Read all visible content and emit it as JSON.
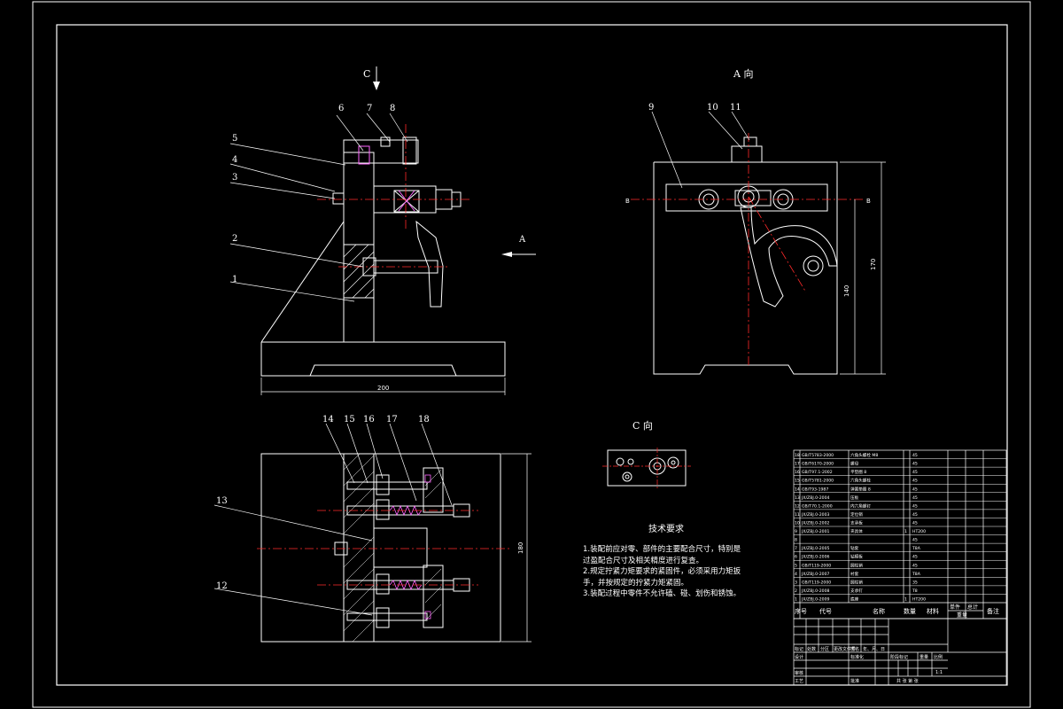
{
  "views": {
    "top_left_section_label": "C",
    "view_a_title": "A 向",
    "view_c_title": "C 向",
    "arrow_a_label": "A",
    "section_b_left": "B",
    "section_b_right": "B"
  },
  "part_numbers": {
    "left_view": [
      "1",
      "2",
      "3",
      "4",
      "5",
      "6",
      "7",
      "8"
    ],
    "a_view": [
      "9",
      "10",
      "11"
    ],
    "bottom_view": [
      "12",
      "13",
      "14",
      "15",
      "16",
      "17",
      "18"
    ]
  },
  "dimensions": {
    "base_width": "200",
    "a_height": "170",
    "a_inner": "140",
    "bottom_height": "180"
  },
  "tech_requirements": {
    "title": "技术要求",
    "items": [
      "1.装配前应对零、部件的主要配合尺寸，特别是过盈配合尺寸及相关精度进行复查。",
      "2.规定拧紧力矩要求的紧固件，必须采用力矩扳手，并按规定的拧紧力矩紧固。",
      "3.装配过程中零件不允许磕、碰、划伤和锈蚀。"
    ]
  },
  "bom": {
    "header": [
      "序号",
      "代号",
      "名称",
      "数量",
      "材料",
      "单件",
      "总计",
      "备注"
    ],
    "weight_header": "重量",
    "rows": [
      [
        "18",
        "GB/T5783-2000",
        "六角头螺栓 M8",
        "",
        "45"
      ],
      [
        "17",
        "GB/T6170-2000",
        "螺母",
        "",
        "45"
      ],
      [
        "16",
        "GB/T97.1-2002",
        "平垫圈 8",
        "",
        "45"
      ],
      [
        "15",
        "GB/T5781-2000",
        "六角头螺栓",
        "",
        "45"
      ],
      [
        "14",
        "GB/T93-1987",
        "弹簧垫圈 8",
        "",
        "45"
      ],
      [
        "13",
        "JX/ZBJ.0-2004",
        "压板",
        "",
        "45"
      ],
      [
        "12",
        "GB/T70.1-2000",
        "内六角螺钉",
        "",
        "45"
      ],
      [
        "11",
        "JX/ZBJ.0-2003",
        "定位销",
        "",
        "45"
      ],
      [
        "10",
        "JX/ZBJ.0-2002",
        "支承板",
        "",
        "45"
      ],
      [
        "9",
        "JX/ZBJ.0-2001",
        "夹具体",
        "1",
        "HT200"
      ],
      [
        "8",
        "",
        "",
        "",
        "45"
      ],
      [
        "7",
        "JX/ZBJ.0-2005",
        "钻套",
        "",
        "T8A"
      ],
      [
        "6",
        "JX/ZBJ.0-2006",
        "钻模板",
        "",
        "45"
      ],
      [
        "5",
        "GB/T119-2000",
        "圆柱销",
        "",
        "45"
      ],
      [
        "4",
        "JX/ZBJ.0-2007",
        "衬套",
        "",
        "T8A"
      ],
      [
        "3",
        "GB/T119-2000",
        "圆柱销",
        "",
        "35"
      ],
      [
        "2",
        "JX/ZBJ.0-2008",
        "支承钉",
        "",
        "T8"
      ],
      [
        "1",
        "JX/ZBJ.0-2009",
        "底座",
        "1",
        "HT200"
      ]
    ]
  },
  "title_block": {
    "row_labels": [
      "标记",
      "处数",
      "分区",
      "更改文件号",
      "签名",
      "年、月、日"
    ],
    "design": "设计",
    "review": "审核",
    "process": "工艺",
    "standard": "标准化",
    "approve": "批准",
    "stage": "阶段标记",
    "weight": "重量",
    "scale": "比例",
    "scale_value": "1:1",
    "sheets": "共 张 第 张"
  },
  "colors": {
    "background": "#000000",
    "line": "#ffffff",
    "centerline": "#ff2a2a",
    "highlight": "#ff66ff"
  }
}
